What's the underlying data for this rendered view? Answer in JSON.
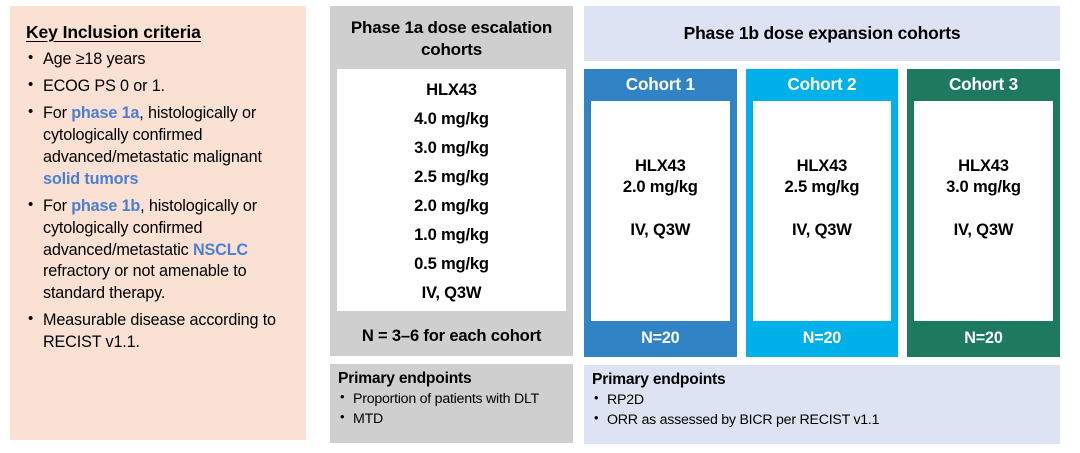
{
  "criteria": {
    "title": "Key Inclusion criteria",
    "items": [
      [
        {
          "t": "Age ≥18 years"
        }
      ],
      [
        {
          "t": "ECOG PS 0 or 1."
        }
      ],
      [
        {
          "t": "For "
        },
        {
          "t": "phase 1a",
          "hl": true
        },
        {
          "t": ", histologically or cytologically confirmed advanced/metastatic malignant "
        },
        {
          "t": "solid tumors",
          "hl": true
        }
      ],
      [
        {
          "t": "For "
        },
        {
          "t": "phase 1b",
          "hl": true
        },
        {
          "t": ", histologically or cytologically confirmed advanced/metastatic "
        },
        {
          "t": "NSCLC",
          "hl": true
        },
        {
          "t": " refractory or not amenable to standard therapy."
        }
      ],
      [
        {
          "t": "Measurable disease according to RECIST v1.1."
        }
      ]
    ]
  },
  "phase1a": {
    "header": "Phase 1a dose escalation cohorts",
    "doses": [
      "HLX43",
      "4.0 mg/kg",
      "3.0 mg/kg",
      "2.5 mg/kg",
      "2.0 mg/kg",
      "1.0 mg/kg",
      "0.5 mg/kg",
      "IV, Q3W"
    ],
    "n_text": "N = 3–6 for each cohort",
    "endpoints": {
      "title": "Primary endpoints",
      "items": [
        "Proportion of patients with DLT",
        "MTD"
      ]
    }
  },
  "phase1b": {
    "header": "Phase 1b dose expansion cohorts",
    "cohorts": [
      {
        "title": "Cohort 1",
        "drug": "HLX43",
        "dose": "2.0 mg/kg",
        "route": "IV, Q3W",
        "n": "N=20",
        "color": "#3083c4"
      },
      {
        "title": "Cohort 2",
        "drug": "HLX43",
        "dose": "2.5 mg/kg",
        "route": "IV, Q3W",
        "n": "N=20",
        "color": "#00b0e8"
      },
      {
        "title": "Cohort 3",
        "drug": "HLX43",
        "dose": "3.0 mg/kg",
        "route": "IV, Q3W",
        "n": "N=20",
        "color": "#1d7a5f"
      }
    ],
    "endpoints": {
      "title": "Primary endpoints",
      "items": [
        "RP2D",
        "ORR as assessed by BICR per RECIST v1.1"
      ]
    }
  },
  "colors": {
    "criteria_bg": "#fae1d4",
    "phase1a_bg": "#cfcfcf",
    "phase1b_bg": "#dde3f2",
    "highlight_text": "#4a7fd4",
    "cohort1": "#3083c4",
    "cohort2": "#00b0e8",
    "cohort3": "#1d7a5f"
  }
}
